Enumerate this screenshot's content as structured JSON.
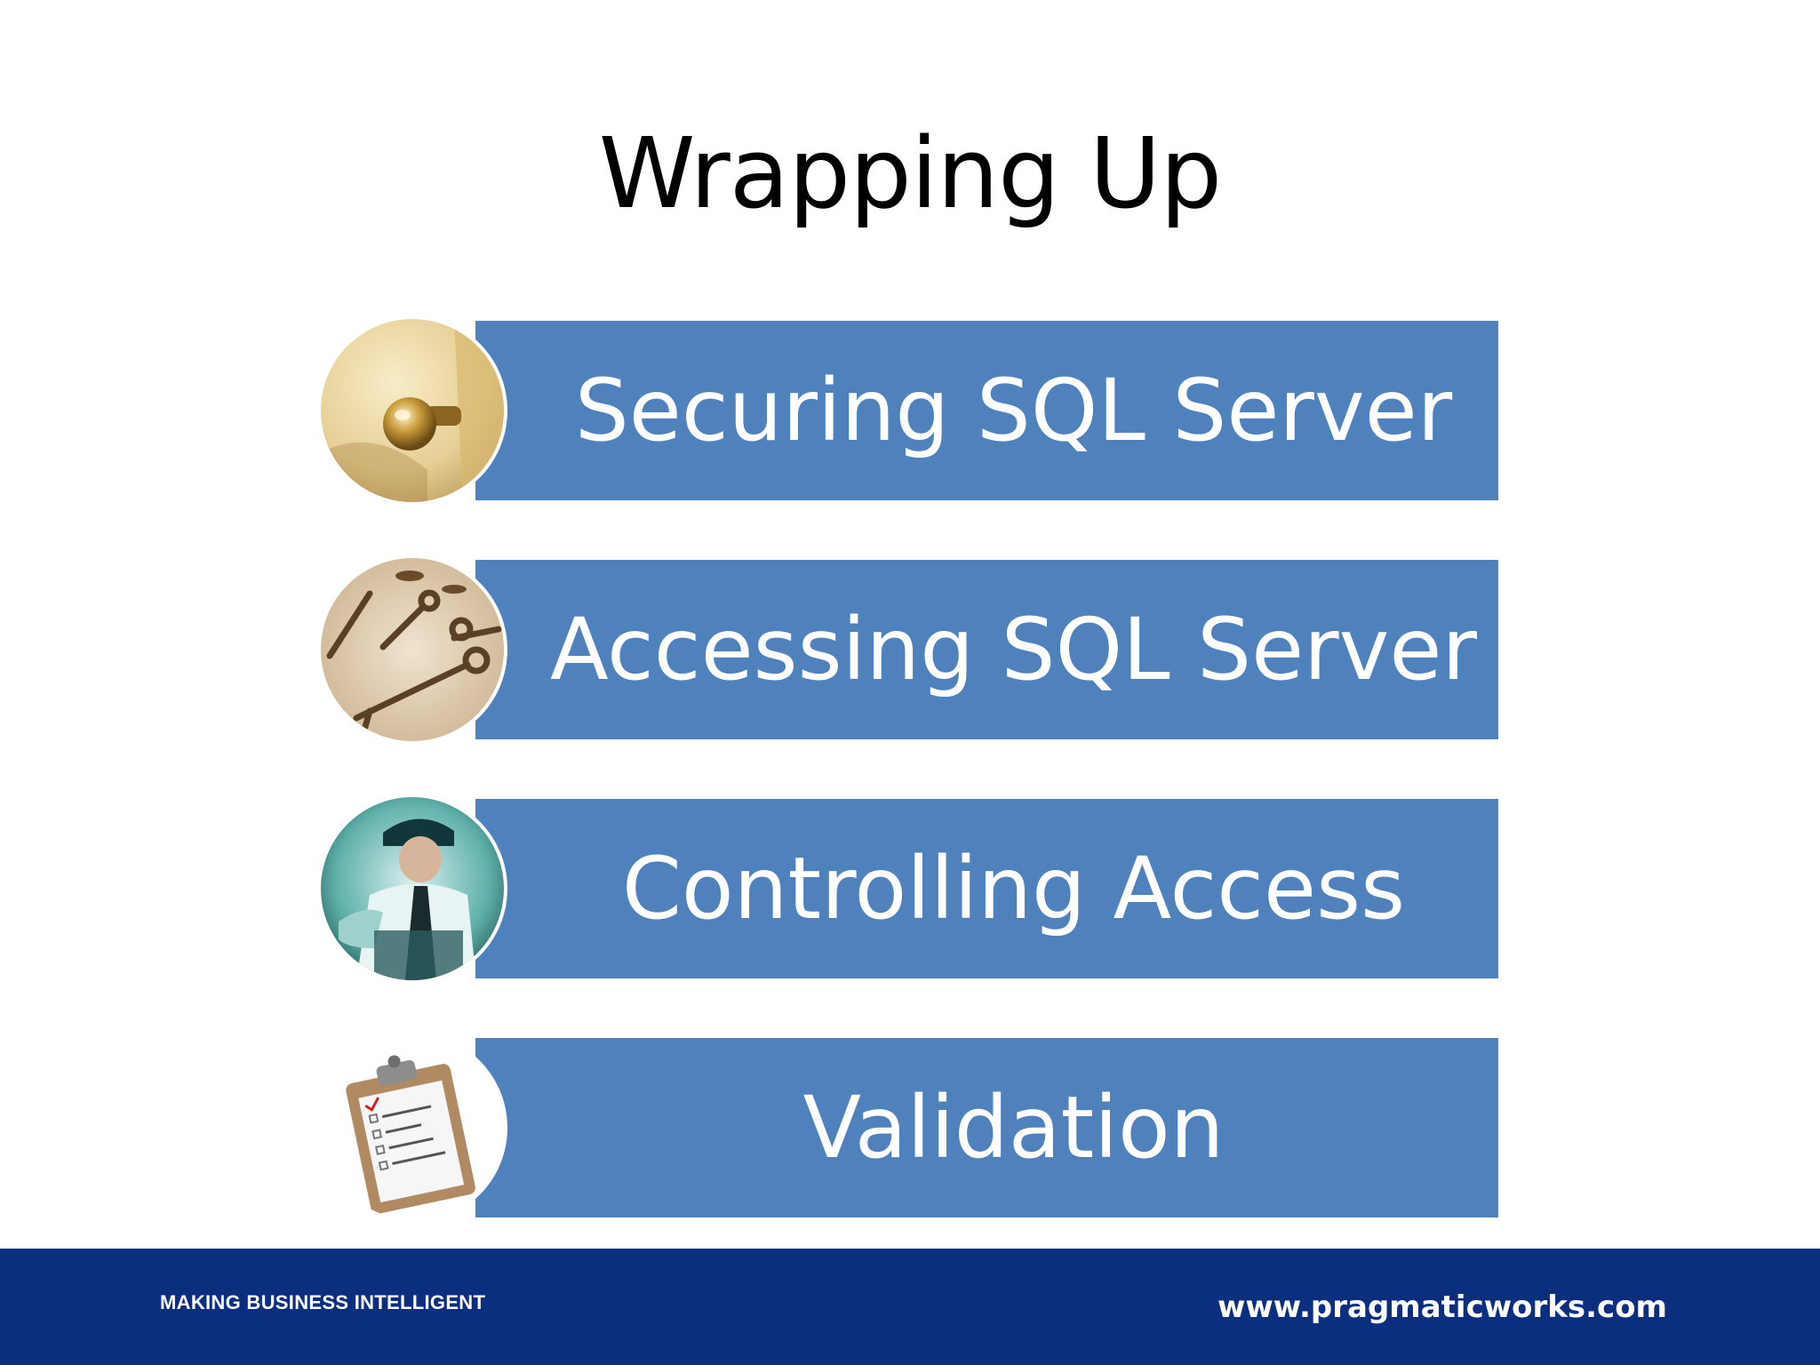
{
  "slide": {
    "title": "Wrapping Up"
  },
  "items": [
    {
      "label": "Securing SQL Server",
      "icon": "door-knob-icon"
    },
    {
      "label": "Accessing SQL Server",
      "icon": "keys-icon"
    },
    {
      "label": "Controlling Access",
      "icon": "security-guard-icon"
    },
    {
      "label": "Validation",
      "icon": "clipboard-checklist-icon"
    }
  ],
  "footer": {
    "tagline": "MAKING BUSINESS INTELLIGENT",
    "url": "www.pragmaticworks.com"
  },
  "colors": {
    "bar": "#4f81bd",
    "footer": "#0b2e7f",
    "title": "#000000"
  }
}
